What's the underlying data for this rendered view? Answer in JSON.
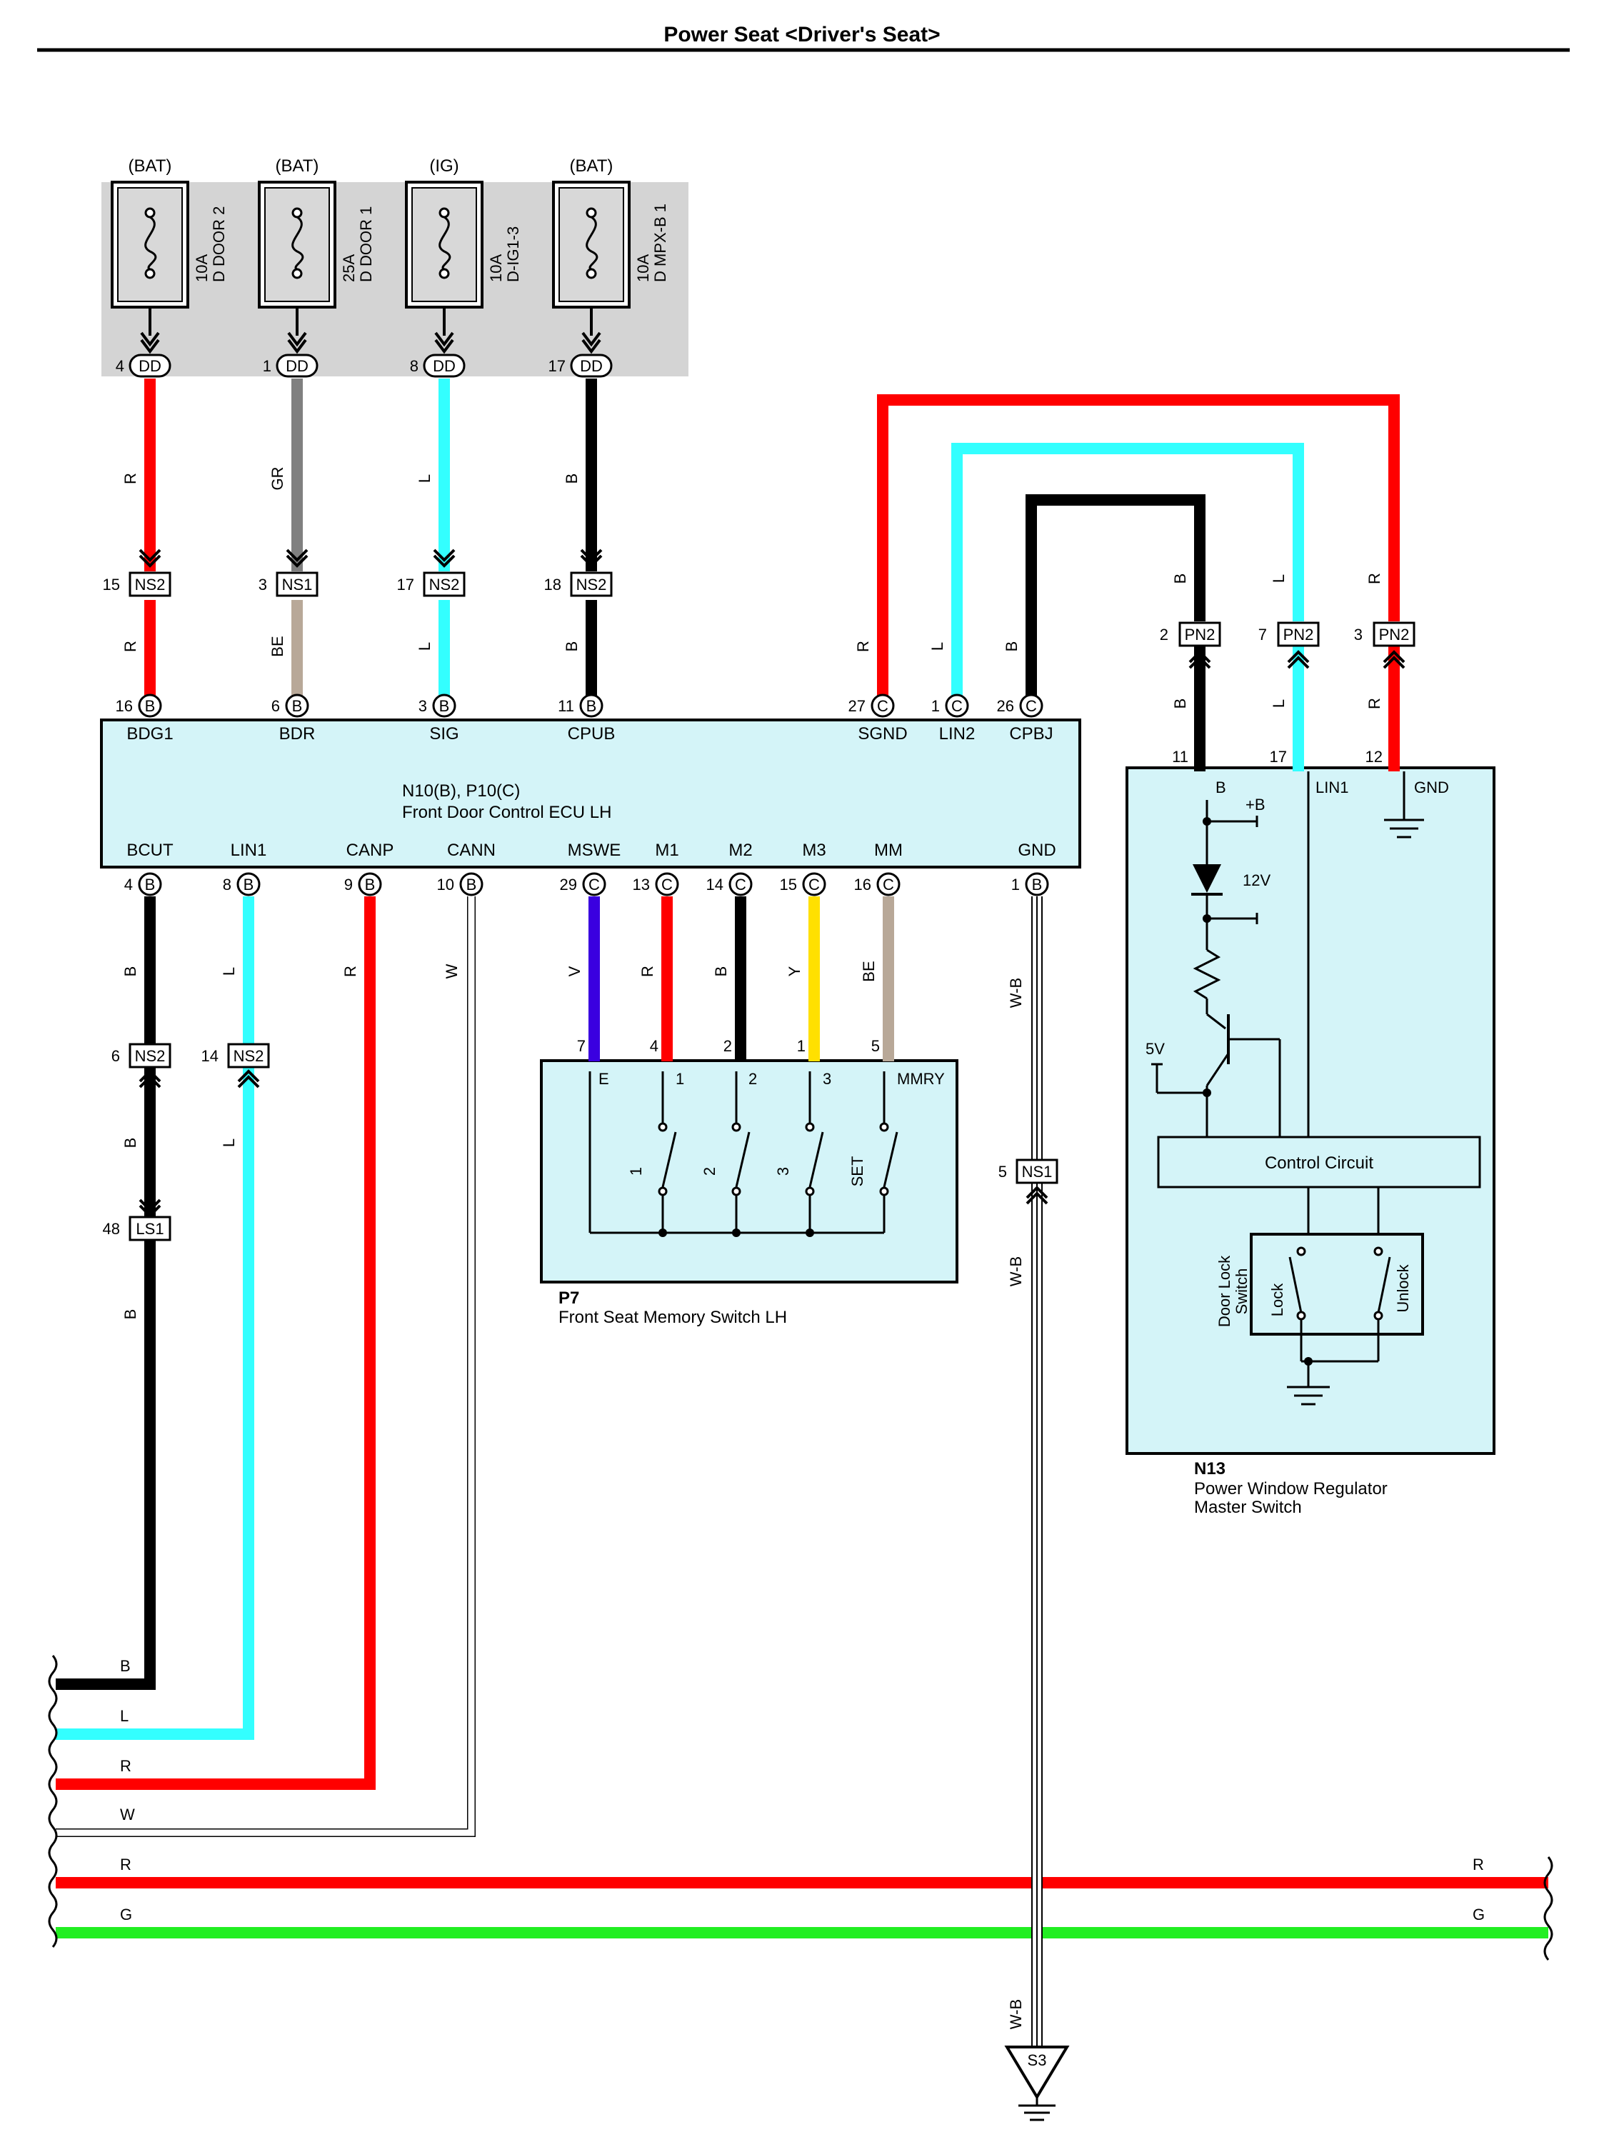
{
  "title": "Power Seat <Driver's Seat>",
  "colors": {
    "R": "#ff0000",
    "GR": "#808080",
    "L": "#33ffff",
    "B": "#000000",
    "BE": "#b8a898",
    "V": "#3a00e0",
    "Y": "#ffe000",
    "G": "#22ee22",
    "W": "#ffffff",
    "W-B": "#ffffff",
    "box_fill": "#d4f4f8",
    "fuse_area": "#d4d4d4"
  },
  "fuses": [
    {
      "supply": "(BAT)",
      "amp": "10A",
      "name": "D DOOR 2",
      "pin": "4",
      "conn": "DD",
      "wire_top": "R",
      "wire_bottom": "R",
      "ns_pin": "15",
      "ns": "NS2",
      "ecu_pin": "16",
      "ecu_conn": "B",
      "ecu_label": "BDG1"
    },
    {
      "supply": "(BAT)",
      "amp": "25A",
      "name": "D DOOR 1",
      "pin": "1",
      "conn": "DD",
      "wire_top": "GR",
      "wire_bottom": "BE",
      "ns_pin": "3",
      "ns": "NS1",
      "ecu_pin": "6",
      "ecu_conn": "B",
      "ecu_label": "BDR"
    },
    {
      "supply": "(IG)",
      "amp": "10A",
      "name": "D-IG1-3",
      "pin": "8",
      "conn": "DD",
      "wire_top": "L",
      "wire_bottom": "L",
      "ns_pin": "17",
      "ns": "NS2",
      "ecu_pin": "3",
      "ecu_conn": "B",
      "ecu_label": "SIG"
    },
    {
      "supply": "(BAT)",
      "amp": "10A",
      "name": "D MPX-B 1",
      "pin": "17",
      "conn": "DD",
      "wire_top": "B",
      "wire_bottom": "B",
      "ns_pin": "18",
      "ns": "NS2",
      "ecu_pin": "11",
      "ecu_conn": "B",
      "ecu_label": "CPUB"
    }
  ],
  "ecu": {
    "code": "N10(B), P10(C)",
    "name": "Front Door Control ECU LH",
    "top_right_pins": [
      {
        "pin": "27",
        "conn": "C",
        "label": "SGND",
        "wire": "R"
      },
      {
        "pin": "1",
        "conn": "C",
        "label": "LIN2",
        "wire": "L"
      },
      {
        "pin": "26",
        "conn": "C",
        "label": "CPBJ",
        "wire": "B"
      }
    ],
    "bottom_pins": [
      {
        "pin": "4",
        "conn": "B",
        "label": "BCUT",
        "wire": "B"
      },
      {
        "pin": "8",
        "conn": "B",
        "label": "LIN1",
        "wire": "L"
      },
      {
        "pin": "9",
        "conn": "B",
        "label": "CANP",
        "wire": "R"
      },
      {
        "pin": "10",
        "conn": "B",
        "label": "CANN",
        "wire": "W"
      },
      {
        "pin": "29",
        "conn": "C",
        "label": "MSWE",
        "wire": "V"
      },
      {
        "pin": "13",
        "conn": "C",
        "label": "M1",
        "wire": "R"
      },
      {
        "pin": "14",
        "conn": "C",
        "label": "M2",
        "wire": "B"
      },
      {
        "pin": "15",
        "conn": "C",
        "label": "M3",
        "wire": "Y"
      },
      {
        "pin": "16",
        "conn": "C",
        "label": "MM",
        "wire": "BE"
      },
      {
        "pin": "1",
        "conn": "B",
        "label": "GND",
        "wire": "W-B"
      }
    ]
  },
  "pn2": [
    {
      "pin": "2",
      "conn": "PN2",
      "wire": "B",
      "n13_pin": "11",
      "n13_label": "B"
    },
    {
      "pin": "7",
      "conn": "PN2",
      "wire": "L",
      "n13_pin": "17",
      "n13_label": "LIN1"
    },
    {
      "pin": "3",
      "conn": "PN2",
      "wire": "R",
      "n13_pin": "12",
      "n13_label": "GND"
    }
  ],
  "left_bus": {
    "bcut": {
      "ns_pin": "6",
      "ns": "NS2",
      "ls_pin": "48",
      "ls": "LS1",
      "wire": "B"
    },
    "lin1": {
      "ns_pin": "14",
      "ns": "NS2",
      "wire": "L"
    },
    "bus_labels": [
      "B",
      "L",
      "R",
      "W",
      "R",
      "G"
    ],
    "right_labels": [
      "R",
      "G"
    ]
  },
  "gnd_line": {
    "ns_pin": "5",
    "ns": "NS1",
    "wire": "W-B",
    "ground": "S3"
  },
  "p7": {
    "code": "P7",
    "name": "Front Seat Memory Switch LH",
    "pin_nums": [
      "7",
      "4",
      "2",
      "1",
      "5"
    ],
    "terminals": [
      "E",
      "1",
      "2",
      "3",
      "MMRY"
    ],
    "switches": [
      "1",
      "2",
      "3",
      "SET"
    ]
  },
  "n13": {
    "code": "N13",
    "name_line1": "Power Window Regulator",
    "name_line2": "Master Switch",
    "plus_b": "+B",
    "v12": "12V",
    "v5": "5V",
    "control": "Control Circuit",
    "door_lock_line1": "Door Lock",
    "door_lock_line2": "Switch",
    "lock": "Lock",
    "unlock": "Unlock"
  }
}
